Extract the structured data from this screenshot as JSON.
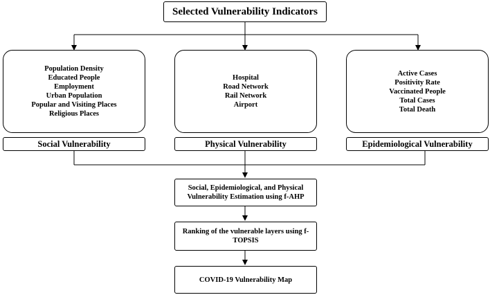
{
  "title": "Selected Vulnerability Indicators",
  "groups": [
    {
      "label": "Social Vulnerability",
      "items": [
        "Population Density",
        "Educated People",
        "Employment",
        "Urban Population",
        "Popular and Visiting Places",
        "Religious Places"
      ]
    },
    {
      "label": "Physical Vulnerability",
      "items": [
        "Hospital",
        "Road Network",
        "Rail Network",
        "Airport"
      ]
    },
    {
      "label": "Epidemiological Vulnerability",
      "items": [
        "Active Cases",
        "Positivity Rate",
        "Vaccinated People",
        "Total Cases",
        "Total Death"
      ]
    }
  ],
  "steps": {
    "estimation_line1": "Social, Epidemiological, and Physical",
    "estimation_line2": "Vulnerability Estimation using f-AHP",
    "ranking_line1": "Ranking of the vulnerable layers using f-",
    "ranking_line2": "TOPSIS",
    "map": "COVID-19 Vulnerability Map"
  }
}
